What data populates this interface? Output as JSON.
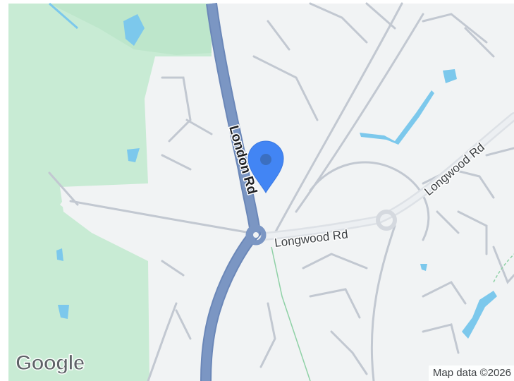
{
  "map": {
    "roads": {
      "london_rd": "London Rd",
      "longwood_rd_east": "Longwood Rd",
      "longwood_rd_north": "Longwood Rd"
    },
    "logo": "Google",
    "attribution": "Map data ©2026",
    "marker": {
      "type": "location-pin",
      "color": "#4285f4"
    },
    "colors": {
      "land": "#f1f3f4",
      "park": "#c8ebd4",
      "water": "#7cc8ec",
      "major_road": "#7b96c3",
      "minor_road": "#c2c8d1"
    }
  }
}
